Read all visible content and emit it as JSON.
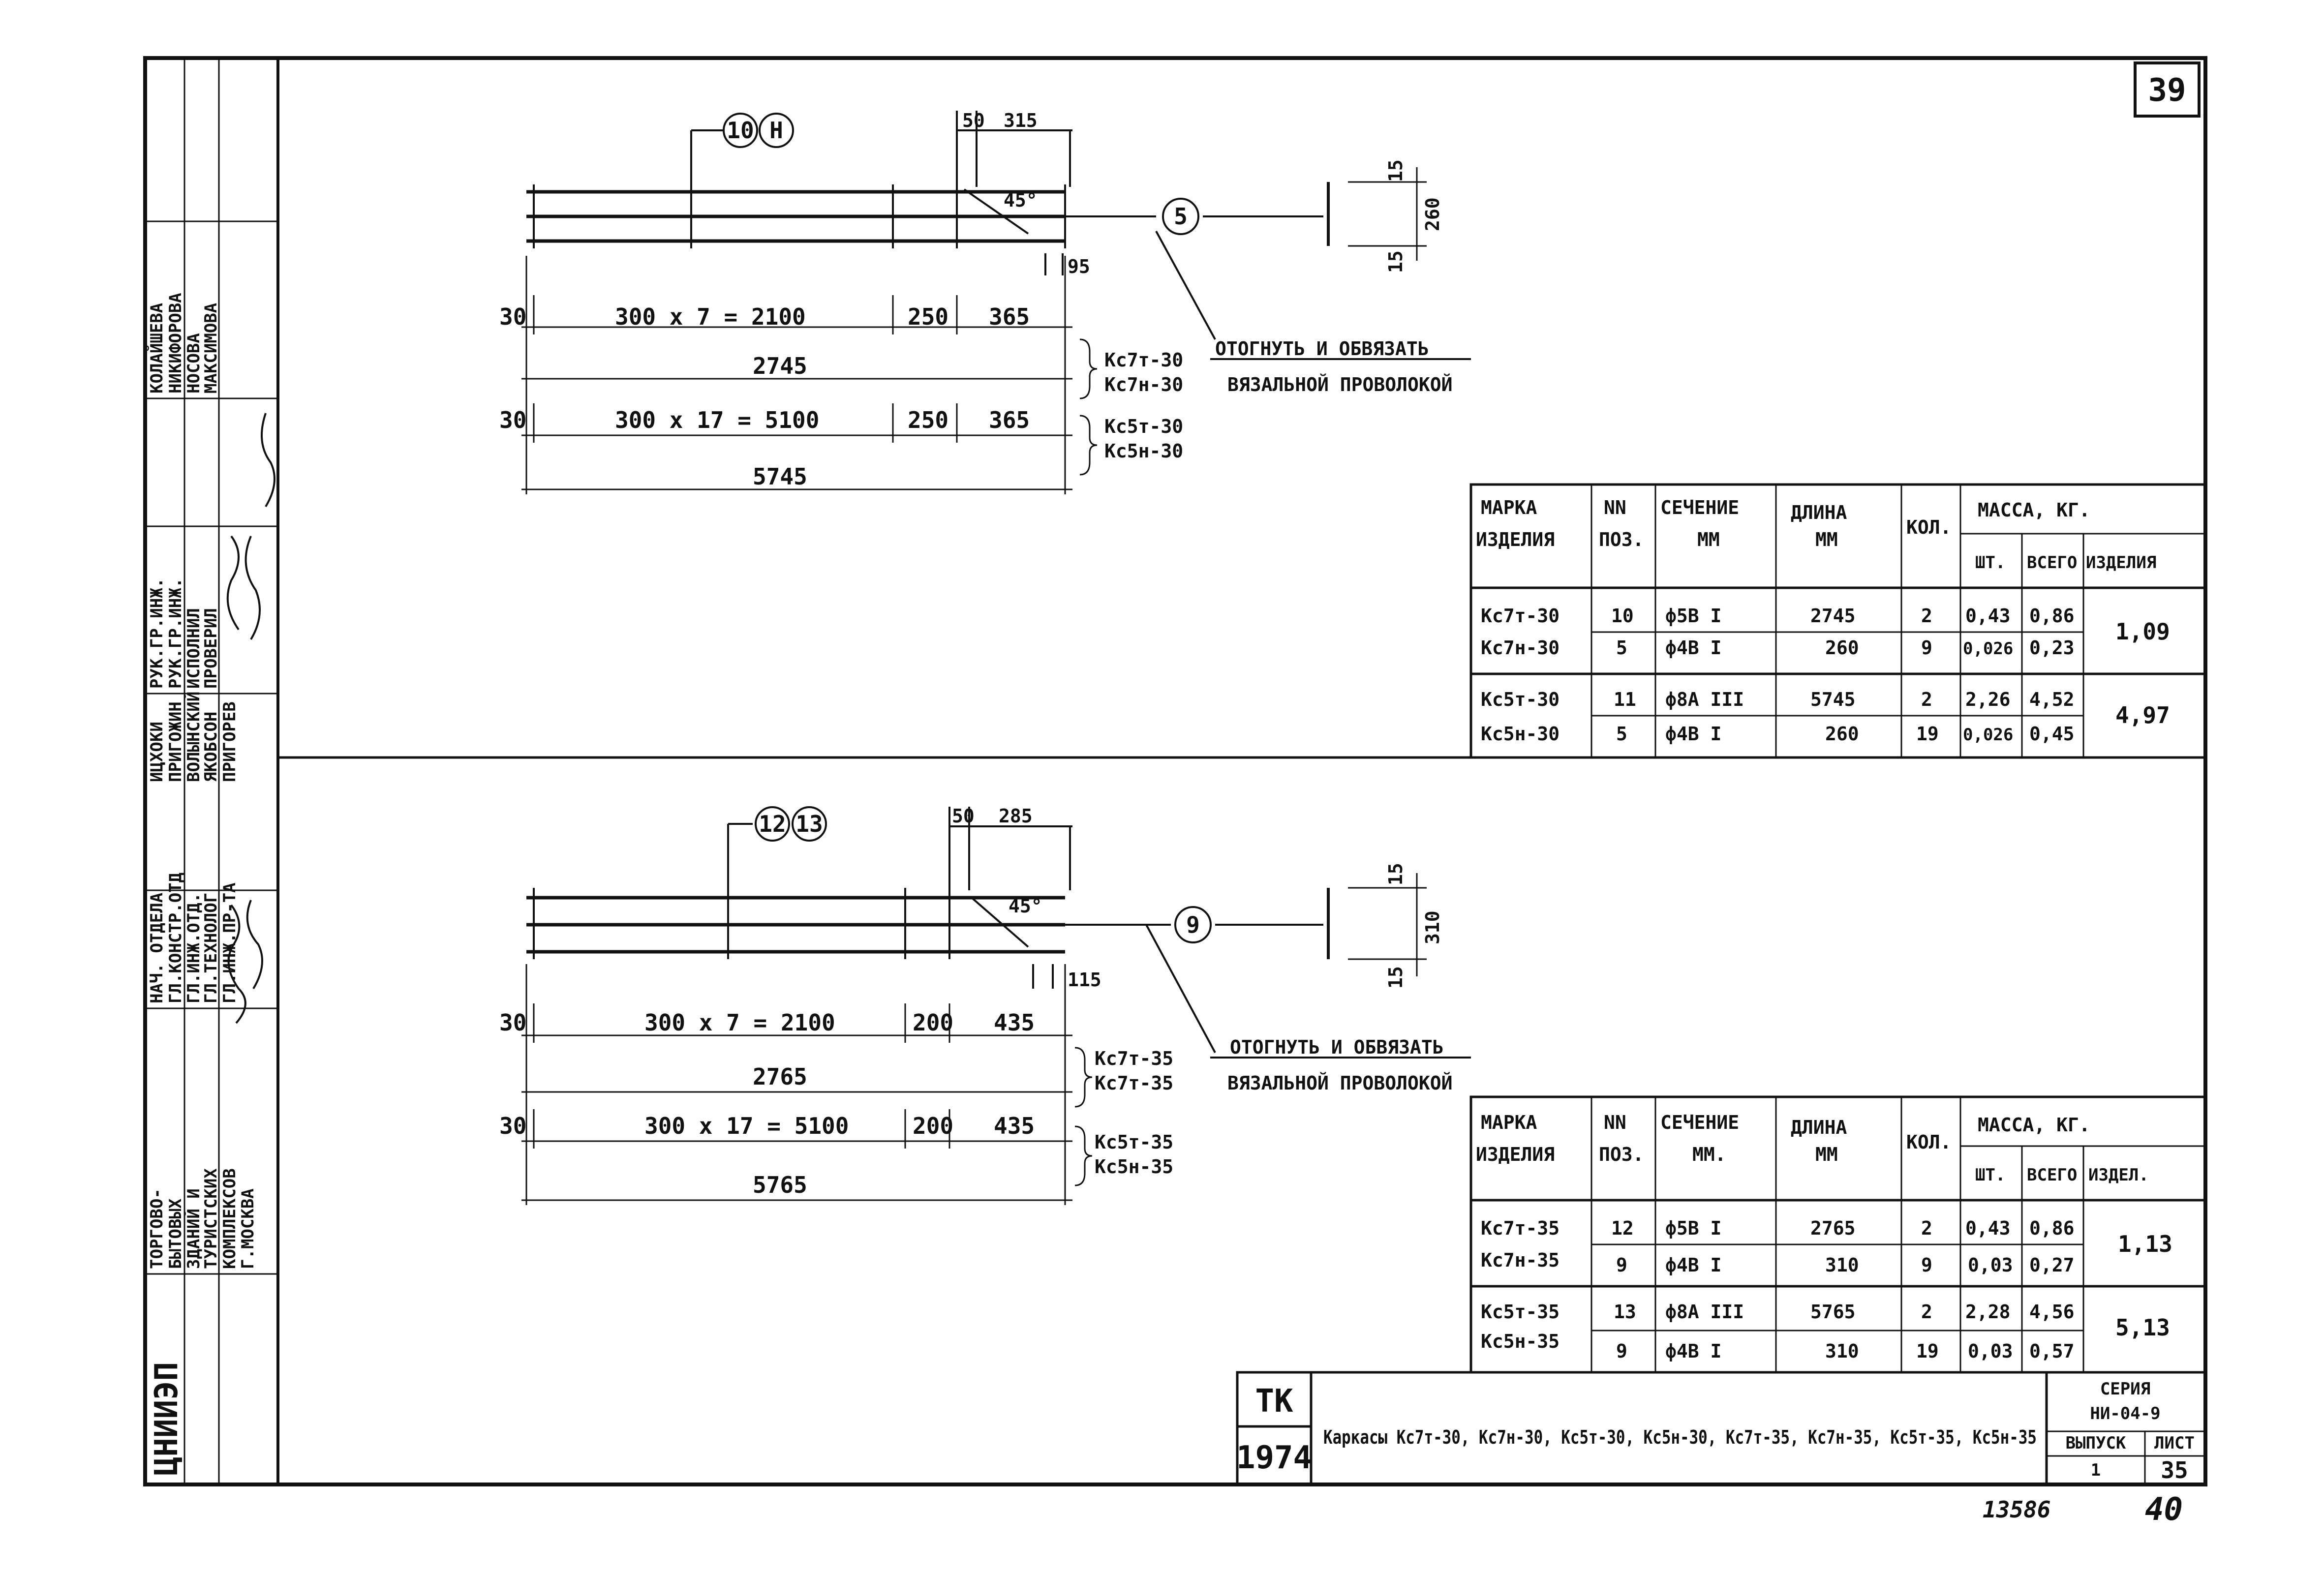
{
  "sheet_number": "39",
  "stamp": {
    "org_lines": [
      "ТОРГОВО-",
      "БЫТОВЫХ",
      "ЗДАНИЙ И",
      "ТУРИСТСКИХ",
      "КОМПЛЕКСОВ",
      "Г.МОСКВА"
    ],
    "logo": "ЦНИИЭП",
    "roles": [
      [
        "НАЧ. ОТДЕЛА",
        "ИЦХОКИ"
      ],
      [
        "ГЛ.КОНСТР.ОТД",
        "ПРИГОЖИН"
      ],
      [
        "ГЛ.ИНЖ.ОТД.",
        "ВОЛЫНСКИЙ"
      ],
      [
        "ГЛ.ТЕХНОЛОГ",
        "ЯКОБСОН"
      ],
      [
        "ГЛ.ИНЖ.ПР-ТА",
        "ПРИГОРЕВ"
      ],
      [
        "РУК.ГР.ИНЖ.",
        "КОЛАЙШЕВА"
      ],
      [
        "РУК.ГР.ИНЖ.",
        "НИКИФОРОВА"
      ],
      [
        "ИСПОЛНИЛ",
        "НОСОВА"
      ],
      [
        "ПРОВЕРИЛ",
        "МАКСИМОВА"
      ]
    ]
  },
  "drawing_30": {
    "callout": [
      "10",
      "Н"
    ],
    "dim_top": [
      "50",
      "315"
    ],
    "angle": "45°",
    "dim_95": "95",
    "bar_pos": "5",
    "section_dims": [
      "15",
      "260",
      "15"
    ],
    "row1": [
      "30",
      "300 x 7 = 2100",
      "250",
      "365"
    ],
    "total1": "2745",
    "marks1": [
      "Кс7т-30",
      "Кс7н-30"
    ],
    "row2": [
      "30",
      "300 x 17 = 5100",
      "250",
      "365"
    ],
    "total2": "5745",
    "marks2": [
      "Кс5т-30",
      "Кс5н-30"
    ],
    "note1": "ОТОГНУТЬ И ОБВЯЗАТЬ",
    "note2": "ВЯЗАЛЬНОЙ ПРОВОЛОКОЙ"
  },
  "drawing_35": {
    "callout": [
      "12",
      "13"
    ],
    "dim_top": [
      "50",
      "285"
    ],
    "angle": "45°",
    "dim_115": "115",
    "bar_pos": "9",
    "section_dims": [
      "15",
      "310",
      "15"
    ],
    "row1": [
      "30",
      "300 x 7 = 2100",
      "200",
      "435"
    ],
    "total1": "2765",
    "marks1": [
      "Кс7т-35",
      "Кс7т-35"
    ],
    "row2": [
      "30",
      "300 x 17 = 5100",
      "200",
      "435"
    ],
    "total2": "5765",
    "marks2": [
      "Кс5т-35",
      "Кс5н-35"
    ],
    "note1": "ОТОГНУТЬ И ОБВЯЗАТЬ",
    "note2": "ВЯЗАЛЬНОЙ ПРОВОЛОКОЙ"
  },
  "table_30": {
    "headers": {
      "mark": [
        "МАРКА",
        "ИЗДЕЛИЯ"
      ],
      "pos": [
        "NN",
        "ПОЗ."
      ],
      "section": [
        "СЕЧЕНИЕ",
        "ММ"
      ],
      "length": [
        "ДЛИНА",
        "ММ"
      ],
      "qty": "КОЛ.",
      "mass": "МАССА, КГ.",
      "mass_sub": [
        "ШТ.",
        "ВСЕГО",
        "ИЗДЕЛИЯ"
      ]
    },
    "rows": [
      [
        "Кс7т-30",
        "10",
        "ф5В I",
        "2745",
        "2",
        "0,43",
        "0,86"
      ],
      [
        "Кс7н-30",
        "5",
        "ф4В I",
        "260",
        "9",
        "0,026",
        "0,23"
      ],
      [
        "Кс5т-30",
        "11",
        "ф8А III",
        "5745",
        "2",
        "2,26",
        "4,52"
      ],
      [
        "Кс5н-30",
        "5",
        "ф4В I",
        "260",
        "19",
        "0,026",
        "0,45"
      ]
    ],
    "group_totals": [
      "1,09",
      "4,97"
    ]
  },
  "table_35": {
    "headers": {
      "mark": [
        "МАРКА",
        "ИЗДЕЛИЯ"
      ],
      "pos": [
        "NN",
        "ПОЗ."
      ],
      "section": [
        "СЕЧЕНИЕ",
        "ММ."
      ],
      "length": [
        "ДЛИНА",
        "ММ"
      ],
      "qty": "КОЛ.",
      "mass": "МАССА, КГ.",
      "mass_sub": [
        "ШТ.",
        "ВСЕГО",
        "ИЗДЕЛ."
      ]
    },
    "rows": [
      [
        "Кс7т-35",
        "12",
        "ф5В I",
        "2765",
        "2",
        "0,43",
        "0,86"
      ],
      [
        "Кс7н-35",
        "9",
        "ф4В I",
        "310",
        "9",
        "0,03",
        "0,27"
      ],
      [
        "Кс5т-35",
        "13",
        "ф8А III",
        "5765",
        "2",
        "2,28",
        "4,56"
      ],
      [
        "Кс5н-35",
        "9",
        "ф4В I",
        "310",
        "19",
        "0,03",
        "0,57"
      ]
    ],
    "group_totals": [
      "1,13",
      "5,13"
    ]
  },
  "title_block": {
    "tk": "ТК",
    "year": "1974",
    "title": "Каркасы Кс7т-30, Кс7н-30, Кс5т-30, Кс5н-30, Кс7т-35, Кс7н-35, Кс5т-35, Кс5н-35",
    "series_label": "СЕРИЯ",
    "series": "НИ-04-9",
    "issue_label": "ВЫПУСК",
    "issue": "1",
    "sheet_label": "ЛИСТ",
    "sheet": "35"
  },
  "footer": {
    "number": "13586",
    "page": "40"
  }
}
